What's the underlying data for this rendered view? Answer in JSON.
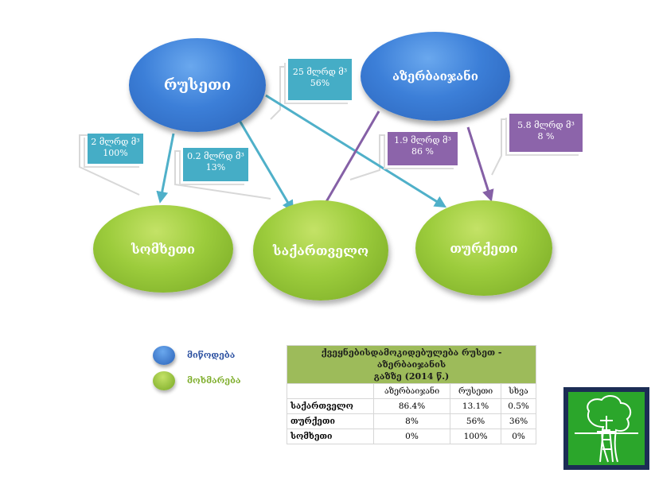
{
  "nodes": {
    "russia": "რუსეთი",
    "azerbaijan": "აზერბაიჯანი",
    "armenia": "სომხეთი",
    "georgia": "საქართველო",
    "turkey": "თურქეთი"
  },
  "callouts": {
    "russia_turkey": {
      "line1": "25 მლრდ მ³",
      "line2": "56%"
    },
    "russia_armenia": {
      "line1": "2 მლრდ მ³",
      "line2": "100%"
    },
    "russia_georgia": {
      "line1": "0.2 მლრდ მ³",
      "line2": "13%"
    },
    "azerbaijan_georgia": {
      "line1": "1.9 მლრდ მ³",
      "line2": "86 %"
    },
    "azerbaijan_turkey": {
      "line1": "5.8 მლრდ მ³",
      "line2": "8 %"
    }
  },
  "colors": {
    "supply": "#3c7fd8",
    "consumption": "#9ccc3c",
    "russia_arrows": "#4fb0c9",
    "azerbaijan_arrows": "#8560a6",
    "table_header": "#9dbb5a",
    "logo_frame": "#1c2d55",
    "logo_fill": "#2ba62b"
  },
  "legend": {
    "supply": "მიწოდება",
    "consumption": "მოხმარება"
  },
  "table": {
    "title_line1": "ქვეყნებისდამოკიდებულება რუსეთ - აზერბაიჯანის",
    "title_line2": "გაზზე (2014 წ.)",
    "columns": [
      "",
      "აზერბაიჯანი",
      "რუსეთი",
      "სხვა"
    ],
    "rows": [
      {
        "name": "საქართველო",
        "values": [
          "86.4%",
          "13.1%",
          "0.5%"
        ]
      },
      {
        "name": "თურქეთი",
        "values": [
          "8%",
          "56%",
          "36%"
        ]
      },
      {
        "name": "სომხეთი",
        "values": [
          "0%",
          "100%",
          "0%"
        ]
      }
    ]
  },
  "logo": {
    "icon": "tree-pylon-icon"
  }
}
